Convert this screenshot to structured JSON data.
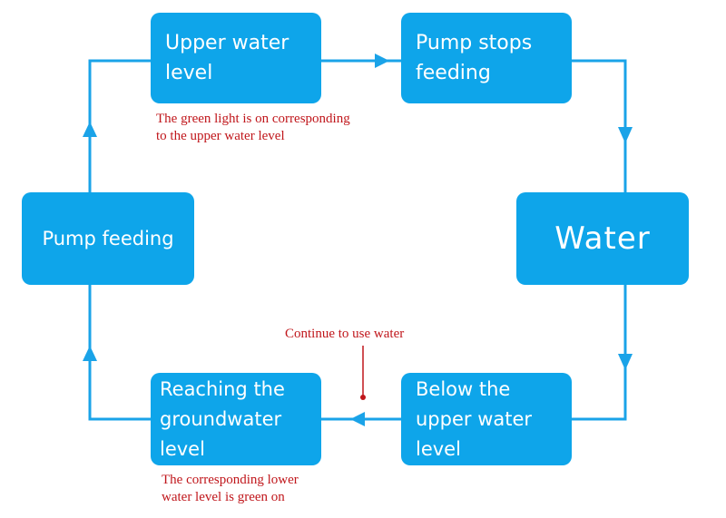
{
  "nodes": {
    "upper_water_level": {
      "lines": [
        "Upper water",
        "level"
      ]
    },
    "pump_stops_feeding": {
      "lines": [
        "Pump stops",
        "feeding"
      ]
    },
    "water": {
      "lines": [
        "Water"
      ]
    },
    "below_upper_water_level": {
      "lines": [
        "Below the",
        "upper water",
        "level"
      ]
    },
    "reaching_groundwater_level": {
      "lines": [
        "Reaching the",
        "groundwater",
        "level"
      ]
    },
    "pump_feeding": {
      "lines": [
        "Pump feeding"
      ]
    }
  },
  "annotations": {
    "green_upper": [
      "The green light is on corresponding",
      "to the upper water level"
    ],
    "continue": [
      "Continue to use water"
    ],
    "green_lower": [
      "The corresponding lower",
      "water level is green on"
    ]
  },
  "colors": {
    "box": "#0ea5ea",
    "box_text": "#ffffff",
    "connector": "#1aa3e8",
    "annotation": "#c0161b"
  }
}
